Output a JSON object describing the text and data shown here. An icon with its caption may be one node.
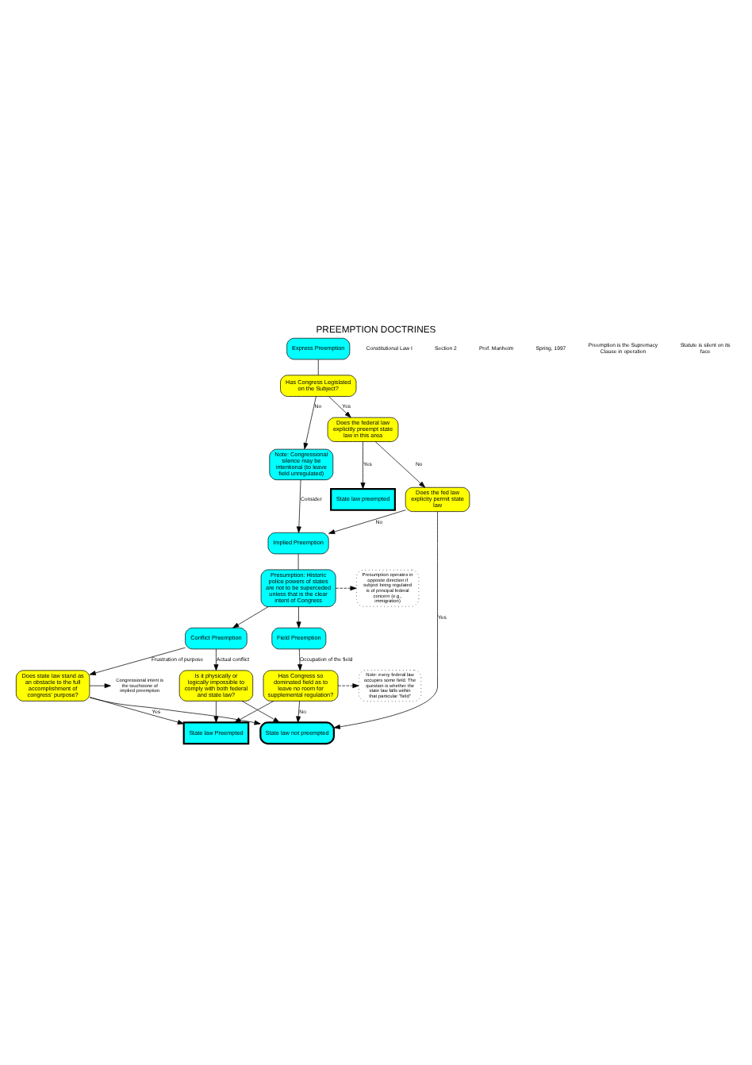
{
  "diagram": {
    "title": "PREEMPTION DOCTRINES",
    "nodes": [
      {
        "text": [
          "Express Preemption"
        ]
      },
      {
        "text": [
          "Has Congress Legislated on the Subject?"
        ]
      },
      {
        "text": [
          "Note: Congressional silence may be intentional (to leave field unregulated)"
        ]
      },
      {
        "text": [
          "Does the federal law explicitly preempt state law in this area"
        ]
      },
      {
        "text": [
          "State law preempted"
        ]
      },
      {
        "text": [
          "Does the fed law explicity permit state law"
        ]
      },
      {
        "text": [
          "Implied Preemption"
        ]
      },
      {
        "text": [
          "Presumption: Historic police powers of states are not to be superceded unless that is the clear intent of Congress"
        ]
      },
      {
        "text": [
          "Presumption operates in opposite direction if subject being regulated is of principal federal concern (e.g., immigration)"
        ]
      },
      {
        "text": [
          "Conflict Preemption"
        ]
      },
      {
        "text": [
          "Field Preemption"
        ]
      },
      {
        "text": [
          "Does state law stand as an obstacle to the full accomplishment of congress' purpose?"
        ]
      },
      {
        "text": [
          "Is it physically or logically impossible to comply with both federal and state law?"
        ]
      },
      {
        "text": [
          "Has Congress so dominated field as to leave no room for supplemental regulation?"
        ]
      },
      {
        "text": [
          "Congressional intent is the touchstone of implied preemption"
        ]
      },
      {
        "text": [
          "Note: every federal law occupies some field. The question is whether the state law falls within that particular \"field\""
        ]
      },
      {
        "text": [
          "State law Preempted"
        ]
      },
      {
        "text": [
          "State law not preempted"
        ]
      }
    ],
    "edges": [
      {
        "from": 0,
        "to": 1,
        "arrow": "none"
      },
      {
        "from": 1,
        "to": 2,
        "arrow": "to",
        "label": "No"
      },
      {
        "from": 1,
        "to": 3,
        "arrow": "to",
        "label": "Yes"
      },
      {
        "from": 2,
        "to": 6,
        "arrow": "to",
        "label": "Consider"
      },
      {
        "from": 3,
        "to": 4,
        "arrow": "to",
        "label": "Yes"
      },
      {
        "from": 3,
        "to": 5,
        "arrow": "to",
        "label": "No"
      },
      {
        "from": 5,
        "to": 6,
        "arrow": "to",
        "label": "No"
      },
      {
        "from": 5,
        "to": 17,
        "arrow": "to",
        "label": "Yes"
      },
      {
        "from": 6,
        "to": 7,
        "arrow": "none"
      },
      {
        "from": 7,
        "to": 8,
        "arrow": "to",
        "style": "dashed"
      },
      {
        "from": 7,
        "to": 9,
        "arrow": "to"
      },
      {
        "from": 7,
        "to": 10,
        "arrow": "to"
      },
      {
        "from": 9,
        "to": 11,
        "arrow": "to",
        "label": "Frustration of purpose"
      },
      {
        "from": 9,
        "to": 12,
        "arrow": "to",
        "label": "Actual conflict"
      },
      {
        "from": 10,
        "to": 13,
        "arrow": "to",
        "label": "Occupation of the field"
      },
      {
        "from": 11,
        "to": 14,
        "arrow": "to"
      },
      {
        "from": 13,
        "to": 15,
        "arrow": "to",
        "style": "dashed"
      },
      {
        "from": 11,
        "to": 16,
        "arrow": "to",
        "label": "Yes"
      },
      {
        "from": 12,
        "to": 16,
        "arrow": "to"
      },
      {
        "from": 13,
        "to": 16,
        "arrow": "to"
      },
      {
        "from": 11,
        "to": 17,
        "arrow": "to"
      },
      {
        "from": 12,
        "to": 17,
        "arrow": "to"
      },
      {
        "from": 13,
        "to": 17,
        "arrow": "to",
        "label": "No"
      }
    ],
    "labels": [
      "Constitutional Law I",
      "Section 2",
      "Prof. Manheim",
      "Spring, 1997",
      "Preemption is the Supremacy Clause in operation",
      "Statute is silent on its face"
    ]
  }
}
